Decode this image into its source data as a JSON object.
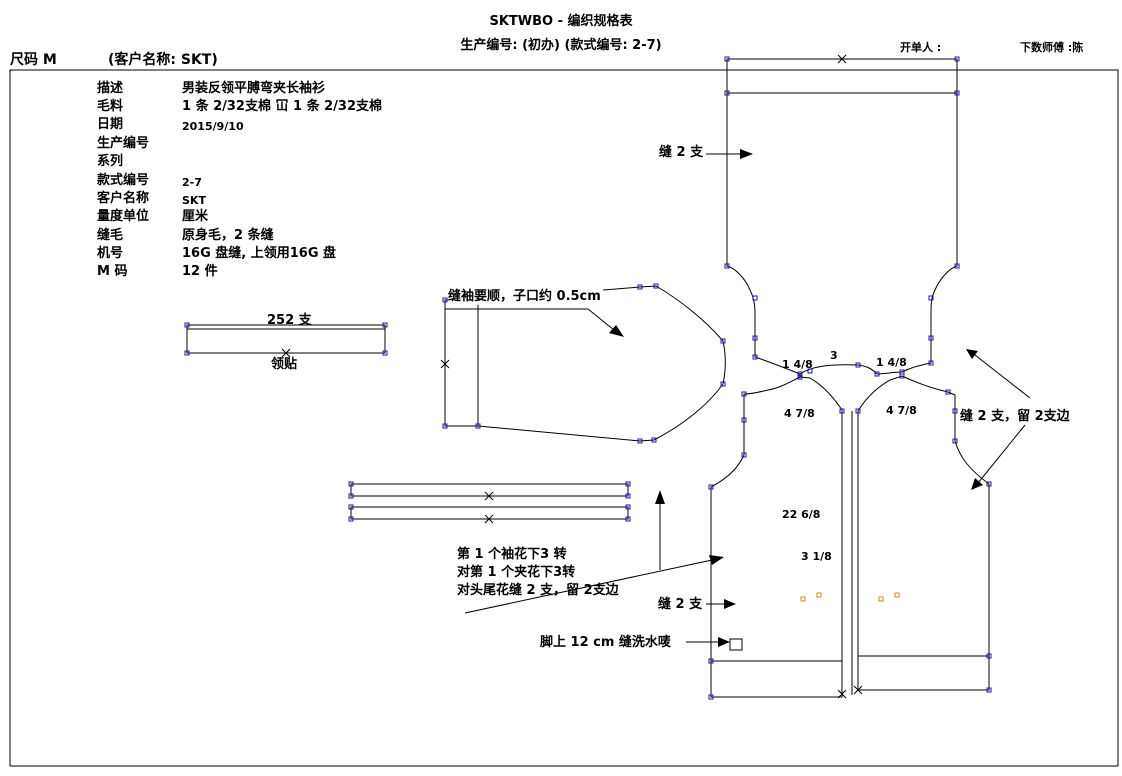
{
  "header": {
    "title": "SKTWBO - 编织规格表",
    "subtitle": "生产编号: (初办) (款式编号: 2-7)",
    "size_label": "尺码  M",
    "customer": "(客户名称: SKT)",
    "issuer_label": "开单人 :",
    "master_label": "下数师傅 :陈"
  },
  "specs": [
    {
      "key": "描述",
      "value": "男装反领平膊弯夹长袖衫"
    },
    {
      "key": "毛料",
      "value": "1 条 2/32支棉 冚 1 条 2/32支棉"
    },
    {
      "key": "日期",
      "value": "2015/9/10"
    },
    {
      "key": "生产编号",
      "value": ""
    },
    {
      "key": "系列",
      "value": ""
    },
    {
      "key": "款式编号",
      "value": "2-7"
    },
    {
      "key": "客户名称",
      "value": "SKT"
    },
    {
      "key": "量度单位",
      "value": "厘米"
    },
    {
      "key": "缝毛",
      "value": "原身毛，2 条缝"
    },
    {
      "key": "机号",
      "value": "16G 盘缝, 上领用16G 盘"
    },
    {
      "key": "M 码",
      "value": "12 件"
    }
  ],
  "collar": {
    "count_label": "252 支",
    "name_label": "领贴"
  },
  "annotations": {
    "sleeve_note": "缝袖要顺，子口约 0.5cm",
    "back_seam": "缝 2 支",
    "side_seam": "缝 2 支，留 2支边",
    "front_seam": "缝 2 支",
    "join_note_1": "第 1 个袖花下3 转",
    "join_note_2": "对第 1 个夹花下3转",
    "join_note_3": "对头尾花缝 2 支，留 2支边",
    "wash_label": "脚上 12 cm 缝洗水唛"
  },
  "measurements": {
    "shoulder_left": "1 4/8",
    "neck": "3",
    "shoulder_right": "1 4/8",
    "armhole_left": "4 7/8",
    "armhole_right": "4 7/8",
    "body_length": "22 6/8",
    "placket": "3 1/8"
  },
  "colors": {
    "line": "#000000",
    "node": "#1a1aa0",
    "button_mark": "#d08a2a"
  }
}
